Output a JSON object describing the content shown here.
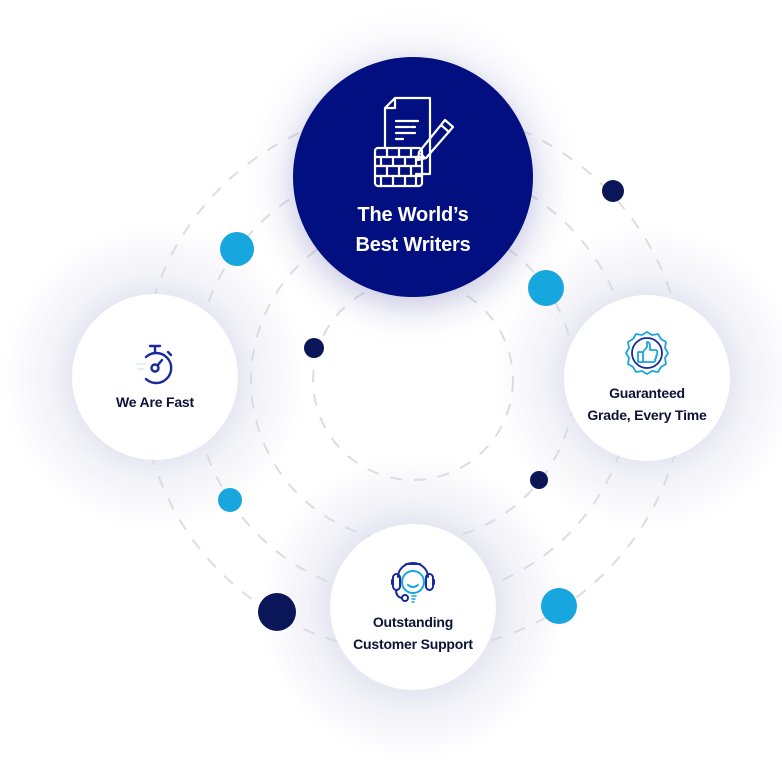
{
  "diagram": {
    "title": "Benefits cycle",
    "colors": {
      "primary": "#020f80",
      "accent_light": "#18a6df",
      "accent_dark": "#0b1658",
      "dash": "#dcdce2",
      "text_dark": "#0d1237",
      "node_bg": "#ffffff"
    },
    "nodes": [
      {
        "id": "best-writers",
        "label_line1": "The World’s",
        "label_line2": "Best Writers",
        "icon": "document-pencil-wall-icon",
        "highlighted": true
      },
      {
        "id": "we-are-fast",
        "label_line1": "We Are Fast",
        "label_line2": "",
        "icon": "stopwatch-icon",
        "highlighted": false
      },
      {
        "id": "guaranteed-grade",
        "label_line1": "Guaranteed",
        "label_line2": "Grade, Every Time",
        "icon": "thumbs-up-badge-icon",
        "highlighted": false
      },
      {
        "id": "customer-support",
        "label_line1": "Outstanding",
        "label_line2": "Customer Support",
        "icon": "headset-agent-icon",
        "highlighted": false
      }
    ],
    "orbit_rings": 4,
    "dots": [
      {
        "tone": "light"
      },
      {
        "tone": "dark"
      },
      {
        "tone": "light"
      },
      {
        "tone": "dark"
      },
      {
        "tone": "dark"
      },
      {
        "tone": "light"
      },
      {
        "tone": "dark"
      },
      {
        "tone": "light"
      }
    ]
  }
}
